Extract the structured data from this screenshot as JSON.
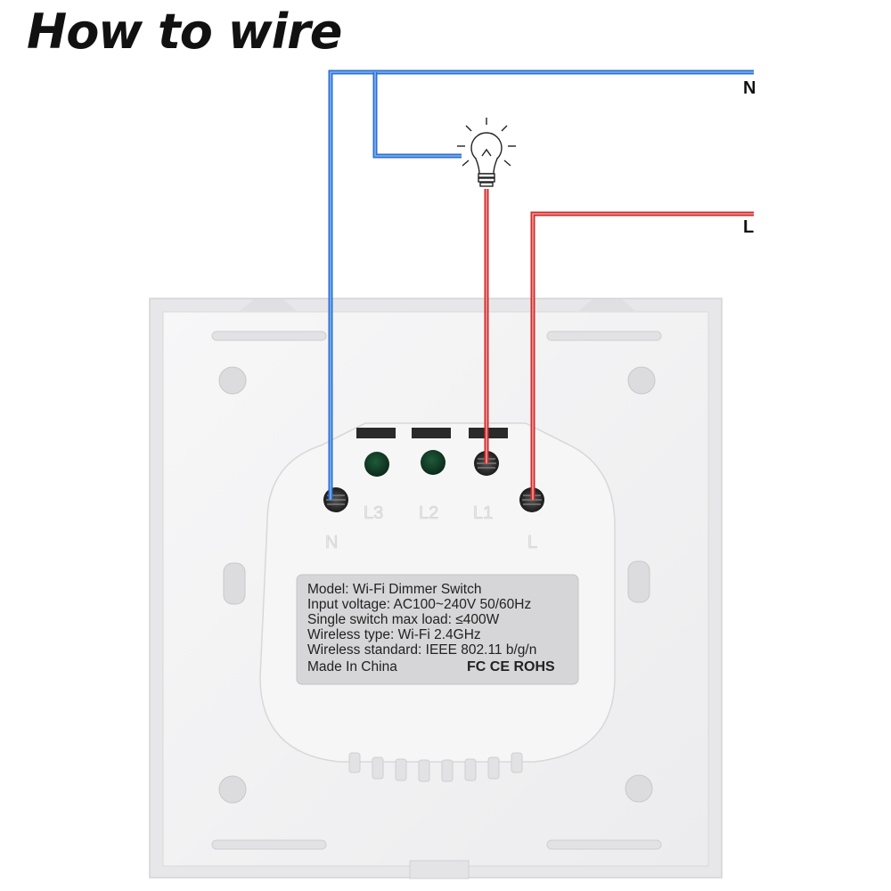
{
  "title": "How to wire",
  "wires": {
    "neutral_label": "N",
    "live_label": "L",
    "neutral_color": "#3a86e0",
    "live_color": "#e03a3a"
  },
  "terminals": [
    "N",
    "L3",
    "L2",
    "L1",
    "L"
  ],
  "spec_label": {
    "model": "Model:  Wi-Fi Dimmer Switch",
    "input_voltage": "Input voltage:  AC100~240V  50/60Hz",
    "max_load": "Single switch max load:  ≤400W",
    "wireless_type": "Wireless type:  Wi-Fi 2.4GHz",
    "wireless_standard": "Wireless standard:  IEEE 802.11 b/g/n",
    "made_in": "Made In China",
    "cert_marks": "FC CE ROHS"
  },
  "icons": {
    "bulb": "light-bulb-icon"
  }
}
